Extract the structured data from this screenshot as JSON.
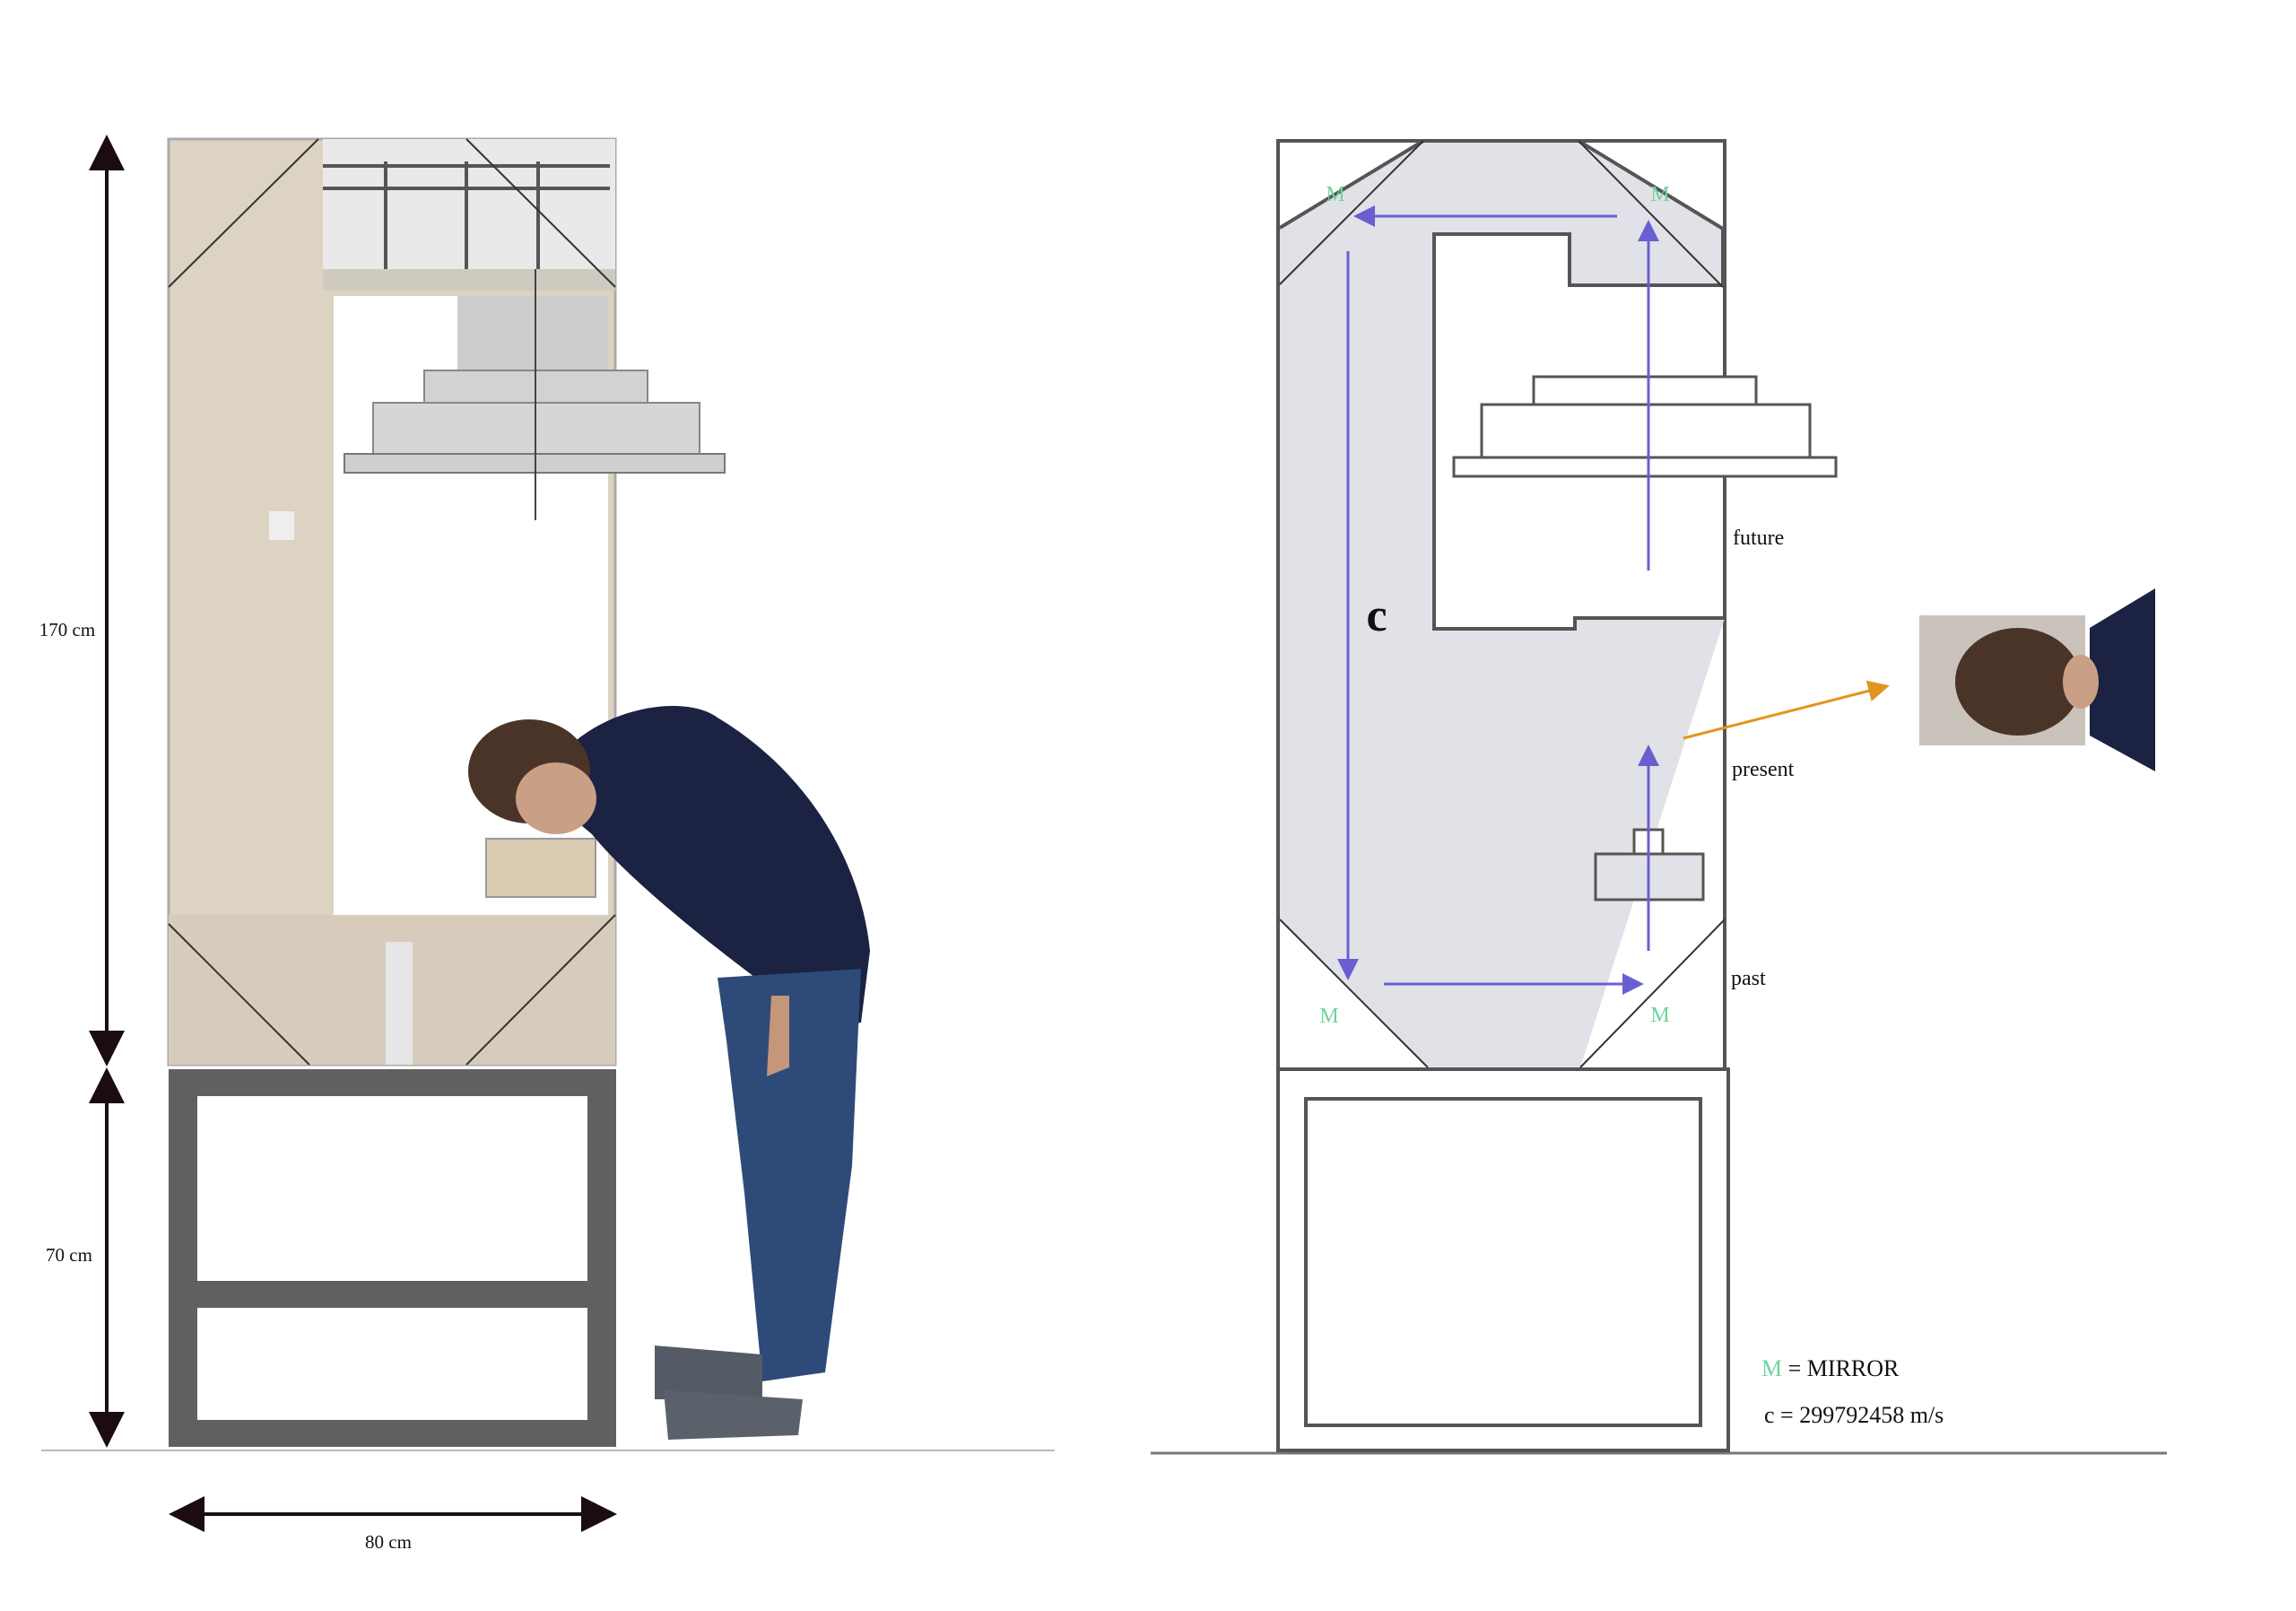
{
  "left_drawing": {
    "dimensions": {
      "height_box": "170 cm",
      "height_table": "70 cm",
      "width": "80 cm"
    }
  },
  "right_drawing": {
    "speed_symbol": "c",
    "mirror_marker": "M",
    "labels": {
      "future": "future",
      "present": "present",
      "past": "past"
    },
    "legend": {
      "mirror_symbol": "M",
      "mirror_text": "= MIRROR",
      "speed_text": "c = 299792458 m/s"
    }
  },
  "colors": {
    "mirror_green": "#6fd39a",
    "light_path_blue": "#6a5fd0",
    "view_arrow_orange": "#e0961e",
    "light_channel_grey": "#e1e1e8",
    "cardboard": "#ddd3c3"
  }
}
